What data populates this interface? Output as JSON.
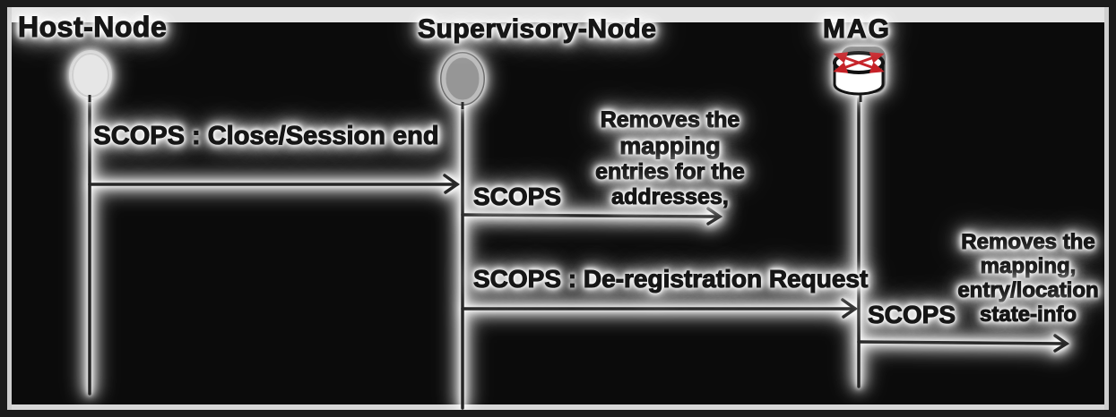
{
  "figure": {
    "type": "sequence-diagram",
    "actors": [
      {
        "name": "Host-Node",
        "icon": "terminal-node-icon"
      },
      {
        "name": "Supervisory-Node",
        "icon": "supervisory-node-icon"
      },
      {
        "name": "MAG",
        "icon": "router-icon"
      }
    ],
    "messages": [
      {
        "label": "SCOPS : Close/Session end",
        "from": "Host-Node",
        "to": "Supervisory-Node"
      },
      {
        "label": "SCOPS",
        "from": "Supervisory-Node",
        "to": "internal-action"
      },
      {
        "label": "SCOPS : De-registration Request",
        "from": "Supervisory-Node",
        "to": "MAG"
      },
      {
        "label": "SCOPS",
        "from": "MAG",
        "to": "internal-action"
      }
    ],
    "notes": [
      {
        "lines": [
          "Removes the",
          "mapping",
          "entries for the",
          "addresses,"
        ]
      },
      {
        "lines": [
          "Removes the",
          "mapping,",
          "entry/location",
          "state-info"
        ]
      }
    ],
    "colors": {
      "background": "#0b0b0b",
      "frame_light": "#e4e4e4",
      "border_dark": "#1c1c1c",
      "ink": "#161616",
      "halo": "#ffffff",
      "router_red": "#c62127",
      "node_gray": "#969696",
      "node_light": "#e6e6e6"
    }
  }
}
